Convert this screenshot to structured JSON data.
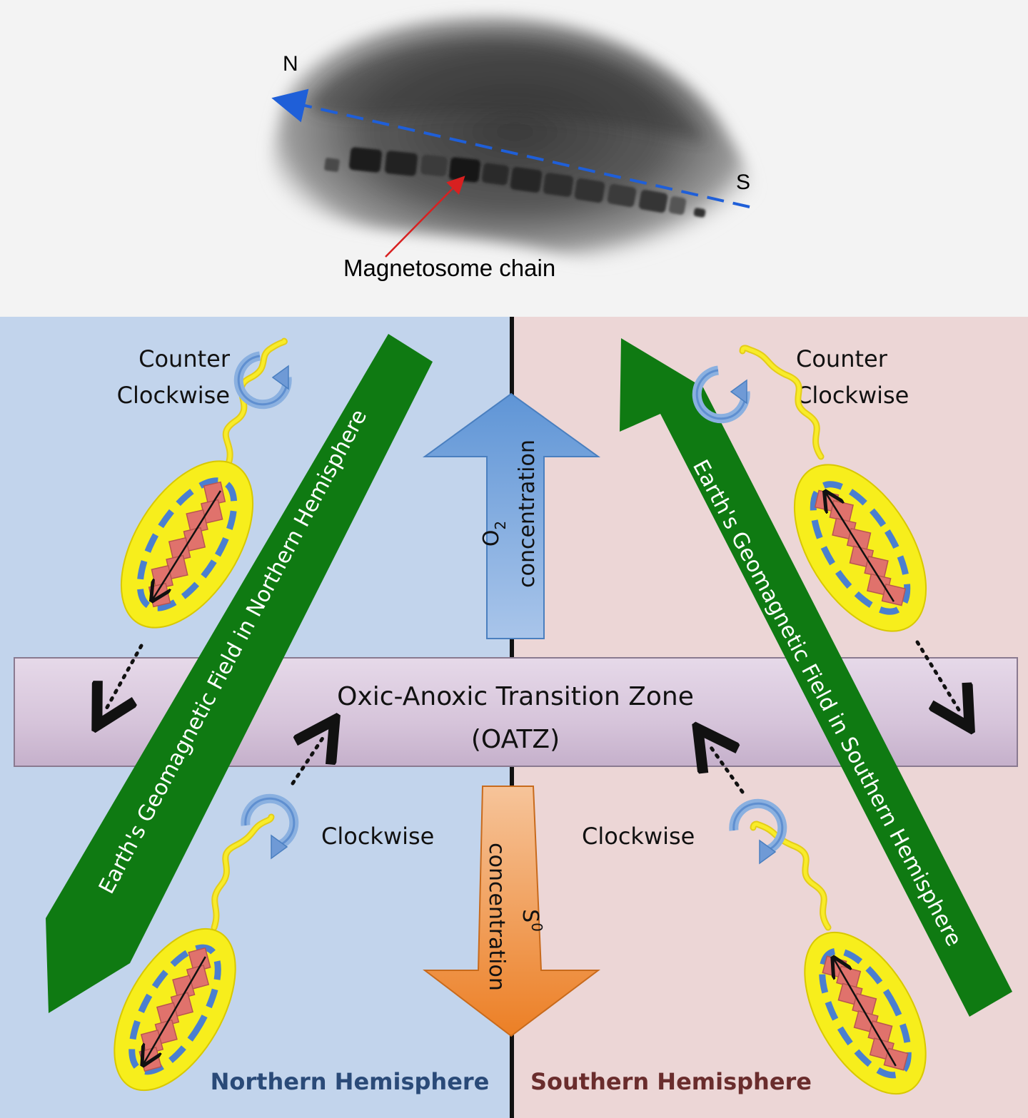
{
  "micrograph": {
    "north_label": "N",
    "south_label": "S",
    "chain_label": "Magnetosome chain"
  },
  "panels": {
    "northern_label": "Northern Hemisphere",
    "southern_label": "Southern Hemisphere",
    "northern_color": "#c2d4ec",
    "southern_color": "#ecd6d6"
  },
  "field_arrows": {
    "northern_label": "Earth's Geomagnetic Field in Northern Hemisphere",
    "southern_label": "Earth's Geomagnetic Field in Southern Hemisphere",
    "color": "#0f7a12"
  },
  "gradients": {
    "oxygen": {
      "chem": "O",
      "subscript": "2",
      "word": "concentration",
      "color": "#6f9fd8"
    },
    "sulfur": {
      "chem": "S",
      "superscript": "0",
      "word": "concentration",
      "color": "#f0923a"
    }
  },
  "oatz": {
    "line1": "Oxic-Anoxic Transition Zone",
    "line2": "(OATZ)",
    "color": "#dccbe0"
  },
  "rotation_labels": {
    "nw_line1": "Counter",
    "nw_line2": "Clockwise",
    "ne_line1": "Counter",
    "ne_line2": "Clockwise",
    "sw": "Clockwise",
    "se": "Clockwise"
  }
}
